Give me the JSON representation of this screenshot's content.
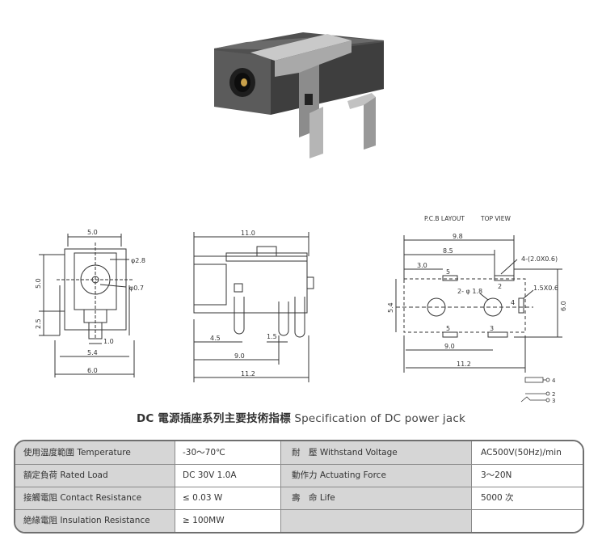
{
  "drawing": {
    "pcb_layout_label": "P.C.B LAYOUT",
    "top_view_label": "TOP VIEW",
    "front_dims": {
      "w5": "5.0",
      "phi28": "φ2.8",
      "phi07": "φ0.7",
      "h50": "5.0",
      "h25": "2.5",
      "w10": "1.0",
      "w54": "5.4",
      "w60": "6.0"
    },
    "side_dims": {
      "l11": "11.0",
      "l45": "4.5",
      "l15": "1.5",
      "l90": "9.0",
      "l112": "11.2"
    },
    "pcb_dims": {
      "w98": "9.8",
      "w85": "8.5",
      "w30": "3.0",
      "p5a": "5",
      "p2": "2",
      "holes": "2- φ 1.8",
      "pads": "4-(2.0X0.6)",
      "slot": "1.5X0.6",
      "p4": "4",
      "h54": "5.4",
      "h60": "6.0",
      "p5b": "5",
      "p3": "3",
      "w90": "9.0",
      "w112": "11.2"
    },
    "schematic": {
      "pin4": "4",
      "pin2": "2",
      "pin3": "3"
    }
  },
  "title": {
    "cn": "DC  電源插座系列主要技術指標",
    "en": "Specification of DC power jack"
  },
  "spec_table": {
    "rows": [
      {
        "label1": "使用温度範圍 Temperature",
        "value1": "-30～70℃",
        "label2": "耐　壓  Withstand Voltage",
        "value2": "AC500V(50Hz)/min"
      },
      {
        "label1": "額定負荷  Rated Load",
        "value1": "DC  30V  1.0A",
        "label2": "動作力  Actuating Force",
        "value2": "3～20N"
      },
      {
        "label1": "接觸電阻  Contact Resistance",
        "value1": "≤ 0.03 W",
        "label2": "壽　命  Life",
        "value2": "5000 次"
      },
      {
        "label1": "絶緣電阻  Insulation Resistance",
        "value1": "≥ 100MW",
        "label2": "",
        "value2": ""
      }
    ]
  }
}
